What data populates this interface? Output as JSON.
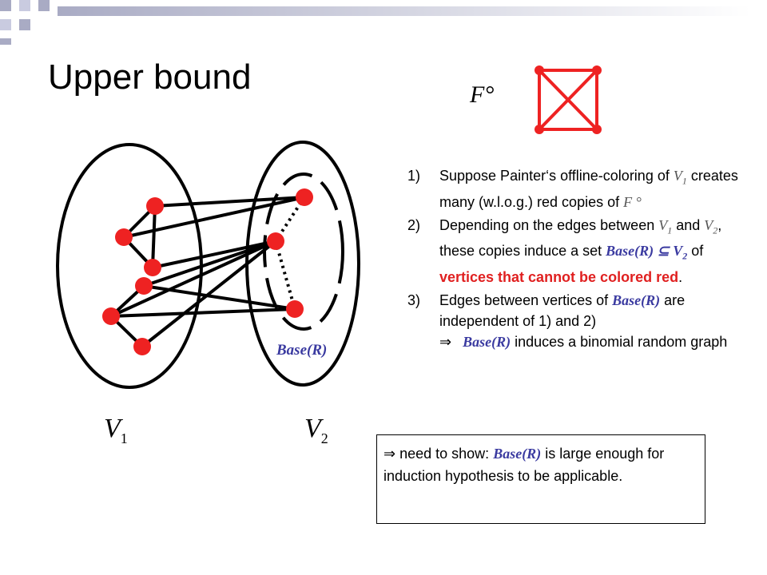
{
  "slide": {
    "title": "Upper bound",
    "fcirc_label": "F°"
  },
  "colors": {
    "accent_red": "#e02020",
    "graph_red": "#ee2222",
    "math_blue": "#3a3aa0",
    "deco_gray": "#a9abc4"
  },
  "icons": {
    "slide_corner": "corner-squares-decoration",
    "implies": "double-arrow-icon"
  },
  "diagram": {
    "v1_label": "V",
    "v1_sub": "1",
    "v2_label": "V",
    "v2_sub": "2",
    "base_r_label": "Base(R)"
  },
  "items": [
    {
      "num": "1)",
      "t1": "Suppose Painter‘s offline-coloring of ",
      "m1": "V",
      "m1sub": "1",
      "t2": " creates many (w.l.o.g.) red copies of ",
      "m2": "F °"
    },
    {
      "num": "2)",
      "t1": "Depending on the edges between ",
      "m1": "V",
      "m1sub": "1",
      "t2": " and ",
      "m2": "V",
      "m2sub": "2",
      "t3": ", these copies induce a set ",
      "m3": "Base(R) ⊆ V",
      "m3sub": "2",
      "t4": " of ",
      "red": "vertices that cannot be colored red",
      "t5": "."
    },
    {
      "num": "3)",
      "t1": "Edges between vertices of ",
      "m1": "Base(R)",
      "t2": " are independent of 1) and 2)",
      "implies": "⇒",
      "m2": "Base(R)",
      "t3": " induces a binomial random graph"
    }
  ],
  "box": {
    "implies": "⇒",
    "t1": " need to show: ",
    "m1": "Base(R)",
    "t2": " is large enough for induction hypothesis to be applicable."
  }
}
